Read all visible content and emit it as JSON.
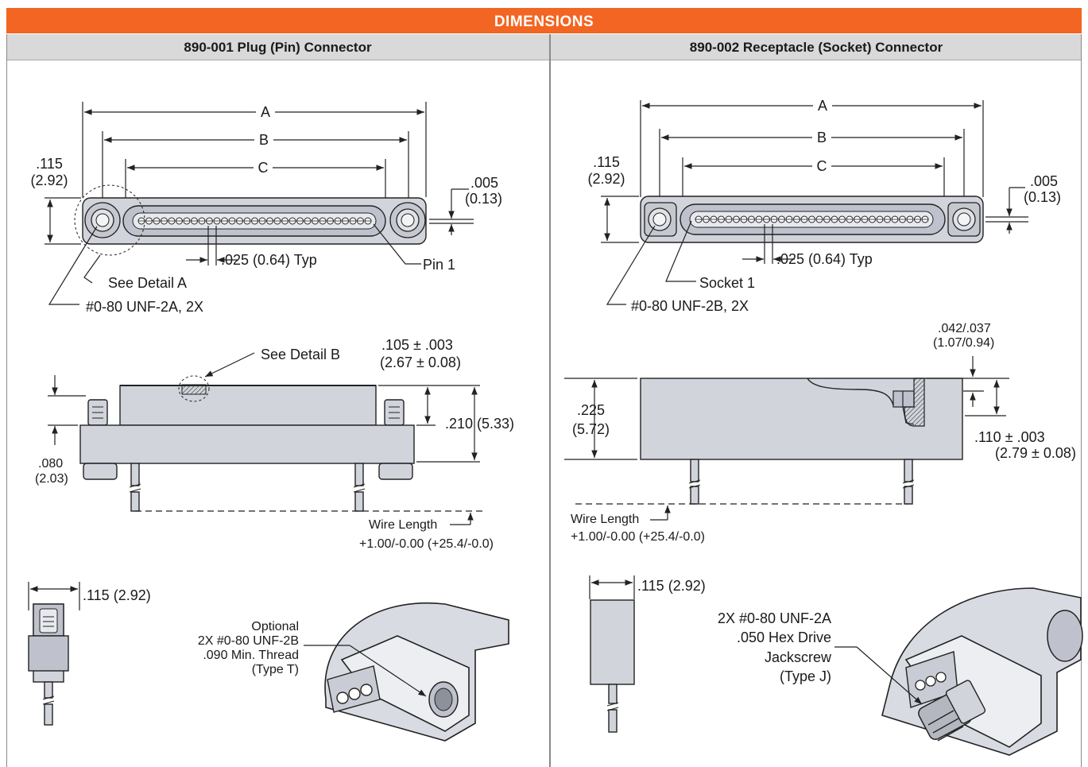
{
  "header": {
    "title": "DIMENSIONS"
  },
  "left": {
    "heading": "890-001 Plug (Pin) Connector",
    "dim_a": "A",
    "dim_b": "B",
    "dim_c": "C",
    "flange_h_in": ".115",
    "flange_h_mm": "(2.92)",
    "tol_in": ".005",
    "tol_mm": "(0.13)",
    "pitch": ".025 (0.64) Typ",
    "pin1": "Pin 1",
    "see_detail_a": "See Detail A",
    "thread": "#0-80 UNF-2A, 2X",
    "see_detail_b": "See Detail B",
    "height1_in": ".105 ± .003",
    "height1_mm": "(2.67 ± 0.08)",
    "height2": ".210 (5.33)",
    "base_in": ".080",
    "base_mm": "(2.03)",
    "wire_length": "Wire Length",
    "wire_tol": "+1.00/-0.00 (+25.4/-0.0)",
    "side_width": ".115 (2.92)",
    "optional_1": "Optional",
    "optional_2": "2X #0-80 UNF-2B",
    "optional_3": ".090 Min. Thread",
    "optional_4": "(Type T)"
  },
  "right": {
    "heading": "890-002 Receptacle (Socket) Connector",
    "dim_a": "A",
    "dim_b": "B",
    "dim_c": "C",
    "flange_h_in": ".115",
    "flange_h_mm": "(2.92)",
    "tol_in": ".005",
    "tol_mm": "(0.13)",
    "pitch": ".025 (0.64) Typ",
    "socket1": "Socket 1",
    "thread": "#0-80 UNF-2B, 2X",
    "jack_in": ".042/.037",
    "jack_mm": "(1.07/0.94)",
    "height_in": ".225",
    "height_mm": "(5.72)",
    "height2_in": ".110 ± .003",
    "height2_mm": "(2.79 ± 0.08)",
    "wire_length": "Wire Length",
    "wire_tol": "+1.00/-0.00 (+25.4/-0.0)",
    "side_width": ".115 (2.92)",
    "jack_1": "2X #0-80 UNF-2A",
    "jack_2": ".050 Hex Drive",
    "jack_3": "Jackscrew",
    "jack_4": "(Type J)"
  },
  "colors": {
    "accent": "#f26522",
    "header_gray": "#d9d9d9",
    "part_fill": "#d2d4dc"
  }
}
